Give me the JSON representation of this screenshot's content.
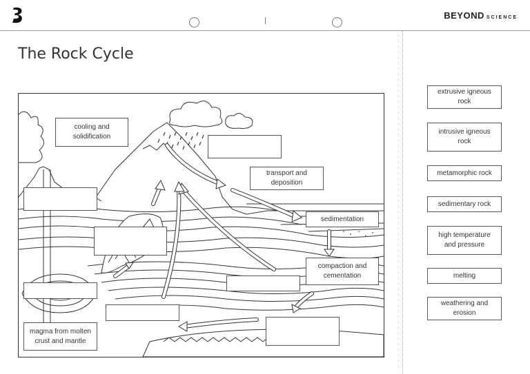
{
  "header": {
    "brand_main": "BEYOND",
    "brand_sub": "SCIENCE"
  },
  "page": {
    "title": "The Rock Cycle"
  },
  "diagram": {
    "fixed_labels": {
      "cooling": "cooling and solidification",
      "transport": "transport and deposition",
      "sedimentation": "sedimentation",
      "compaction": "compaction and cementation",
      "magma": "magma from molten crust and mantle"
    }
  },
  "word_bank": [
    "extrusive igneous rock",
    "intrusive igneous rock",
    "metamorphic rock",
    "sedimentary rock",
    "high temperature and pressure",
    "melting",
    "weathering and erosion"
  ]
}
